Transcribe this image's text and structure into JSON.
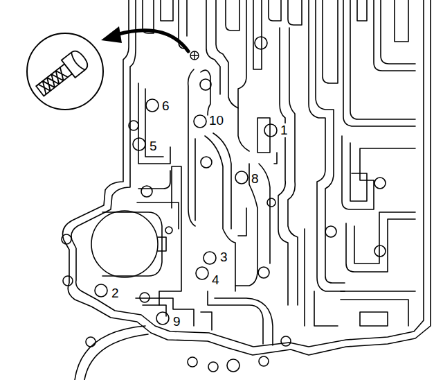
{
  "diagram": {
    "labels": [
      "6",
      "10",
      "1",
      "5",
      "8",
      "3",
      "4",
      "2",
      "9"
    ]
  }
}
